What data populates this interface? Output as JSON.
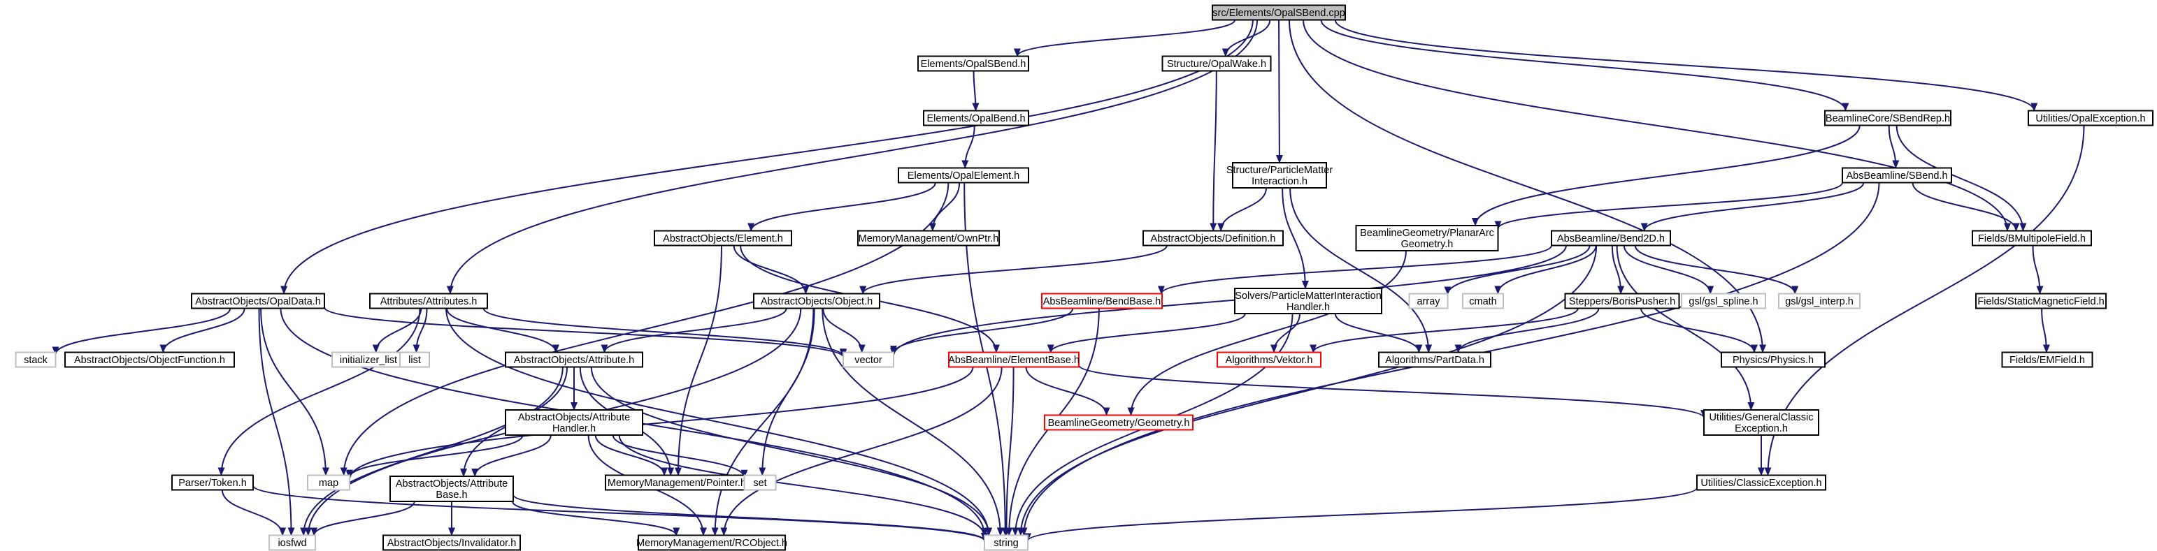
{
  "colors": {
    "edge": "#191970",
    "node_border": "#000000",
    "missing_border": "#bfbfbf",
    "missing_text": "#7f7f7f",
    "broken_border": "#ff0000",
    "root_fill": "#bfbfbf",
    "node_fill": "#ffffff"
  },
  "nodes": [
    {
      "id": "root",
      "lines": [
        "src/Elements/OpalSBend.cpp"
      ],
      "style": "root"
    },
    {
      "id": "opalsbend_h",
      "lines": [
        "Elements/OpalSBend.h"
      ],
      "style": "normal"
    },
    {
      "id": "opalwake_h",
      "lines": [
        "Structure/OpalWake.h"
      ],
      "style": "normal"
    },
    {
      "id": "opalbend_h",
      "lines": [
        "Elements/OpalBend.h"
      ],
      "style": "normal"
    },
    {
      "id": "opalelement_h",
      "lines": [
        "Elements/OpalElement.h"
      ],
      "style": "normal"
    },
    {
      "id": "pmi_h",
      "lines": [
        "Structure/ParticleMatter",
        "Interaction.h"
      ],
      "style": "normal"
    },
    {
      "id": "sbendrep_h",
      "lines": [
        "BeamlineCore/SBendRep.h"
      ],
      "style": "normal"
    },
    {
      "id": "opalexception_h",
      "lines": [
        "Utilities/OpalException.h"
      ],
      "style": "normal"
    },
    {
      "id": "absbeam_sbend_h",
      "lines": [
        "AbsBeamline/SBend.h"
      ],
      "style": "normal"
    },
    {
      "id": "planararc_h",
      "lines": [
        "BeamlineGeometry/PlanarArc",
        "Geometry.h"
      ],
      "style": "normal"
    },
    {
      "id": "bend2d_h",
      "lines": [
        "AbsBeamline/Bend2D.h"
      ],
      "style": "normal"
    },
    {
      "id": "bmultipole_h",
      "lines": [
        "Fields/BMultipoleField.h"
      ],
      "style": "normal"
    },
    {
      "id": "ownptr_h",
      "lines": [
        "MemoryManagement/OwnPtr.h"
      ],
      "style": "normal"
    },
    {
      "id": "element_h",
      "lines": [
        "AbstractObjects/Element.h"
      ],
      "style": "normal"
    },
    {
      "id": "definition_h",
      "lines": [
        "AbstractObjects/Definition.h"
      ],
      "style": "normal"
    },
    {
      "id": "opaldata_h",
      "lines": [
        "AbstractObjects/OpalData.h"
      ],
      "style": "normal"
    },
    {
      "id": "attributes_h",
      "lines": [
        "Attributes/Attributes.h"
      ],
      "style": "normal"
    },
    {
      "id": "object_h",
      "lines": [
        "AbstractObjects/Object.h"
      ],
      "style": "normal"
    },
    {
      "id": "bendbase_h",
      "lines": [
        "AbsBeamline/BendBase.h"
      ],
      "style": "broken"
    },
    {
      "id": "pmihandler_h",
      "lines": [
        "Solvers/ParticleMatterInteraction",
        "Handler.h"
      ],
      "style": "normal"
    },
    {
      "id": "array",
      "lines": [
        "array"
      ],
      "style": "missing"
    },
    {
      "id": "cmath",
      "lines": [
        "cmath"
      ],
      "style": "missing"
    },
    {
      "id": "borispusher_h",
      "lines": [
        "Steppers/BorisPusher.h"
      ],
      "style": "normal"
    },
    {
      "id": "gsl_spline_h",
      "lines": [
        "gsl/gsl_spline.h"
      ],
      "style": "missing"
    },
    {
      "id": "gsl_interp_h",
      "lines": [
        "gsl/gsl_interp.h"
      ],
      "style": "missing"
    },
    {
      "id": "staticmag_h",
      "lines": [
        "Fields/StaticMagneticField.h"
      ],
      "style": "normal"
    },
    {
      "id": "stack",
      "lines": [
        "stack"
      ],
      "style": "missing"
    },
    {
      "id": "objectfunction_h",
      "lines": [
        "AbstractObjects/ObjectFunction.h"
      ],
      "style": "normal"
    },
    {
      "id": "initializer_list",
      "lines": [
        "initializer_list"
      ],
      "style": "missing"
    },
    {
      "id": "list",
      "lines": [
        "list"
      ],
      "style": "missing"
    },
    {
      "id": "vector",
      "lines": [
        "vector"
      ],
      "style": "missing"
    },
    {
      "id": "attribute_h",
      "lines": [
        "AbstractObjects/Attribute.h"
      ],
      "style": "normal"
    },
    {
      "id": "elementbase_h",
      "lines": [
        "AbsBeamline/ElementBase.h"
      ],
      "style": "broken"
    },
    {
      "id": "vektor_h",
      "lines": [
        "Algorithms/Vektor.h"
      ],
      "style": "broken"
    },
    {
      "id": "partdata_h",
      "lines": [
        "Algorithms/PartData.h"
      ],
      "style": "normal"
    },
    {
      "id": "physics_h",
      "lines": [
        "Physics/Physics.h"
      ],
      "style": "normal"
    },
    {
      "id": "emfield_h",
      "lines": [
        "Fields/EMField.h"
      ],
      "style": "normal"
    },
    {
      "id": "attrhandler_h",
      "lines": [
        "AbstractObjects/Attribute",
        "Handler.h"
      ],
      "style": "normal"
    },
    {
      "id": "geometry_h",
      "lines": [
        "BeamlineGeometry/Geometry.h"
      ],
      "style": "broken"
    },
    {
      "id": "generalclassic_h",
      "lines": [
        "Utilities/GeneralClassic",
        "Exception.h"
      ],
      "style": "normal"
    },
    {
      "id": "parser_token_h",
      "lines": [
        "Parser/Token.h"
      ],
      "style": "normal"
    },
    {
      "id": "map",
      "lines": [
        "map"
      ],
      "style": "missing"
    },
    {
      "id": "attrbase_h",
      "lines": [
        "AbstractObjects/Attribute",
        "Base.h"
      ],
      "style": "normal"
    },
    {
      "id": "pointer_h",
      "lines": [
        "MemoryManagement/Pointer.h"
      ],
      "style": "normal"
    },
    {
      "id": "set",
      "lines": [
        "set"
      ],
      "style": "missing"
    },
    {
      "id": "classicexception_h",
      "lines": [
        "Utilities/ClassicException.h"
      ],
      "style": "normal"
    },
    {
      "id": "iosfwd",
      "lines": [
        "iosfwd"
      ],
      "style": "missing"
    },
    {
      "id": "invalidator_h",
      "lines": [
        "AbstractObjects/Invalidator.h"
      ],
      "style": "normal"
    },
    {
      "id": "rcobject_h",
      "lines": [
        "MemoryManagement/RCObject.h"
      ],
      "style": "normal"
    },
    {
      "id": "string",
      "lines": [
        "string"
      ],
      "style": "missing"
    }
  ],
  "edges": [
    [
      "root",
      "opalsbend_h"
    ],
    [
      "root",
      "opalwake_h"
    ],
    [
      "root",
      "pmi_h"
    ],
    [
      "root",
      "sbendrep_h"
    ],
    [
      "root",
      "opalexception_h"
    ],
    [
      "root",
      "bmultipole_h"
    ],
    [
      "root",
      "physics_h"
    ],
    [
      "root",
      "opaldata_h"
    ],
    [
      "root",
      "attributes_h"
    ],
    [
      "opalsbend_h",
      "opalbend_h"
    ],
    [
      "opalbend_h",
      "opalelement_h"
    ],
    [
      "opalelement_h",
      "element_h"
    ],
    [
      "opalelement_h",
      "ownptr_h"
    ],
    [
      "opalelement_h",
      "map"
    ],
    [
      "opalelement_h",
      "string"
    ],
    [
      "opalwake_h",
      "definition_h"
    ],
    [
      "pmi_h",
      "definition_h"
    ],
    [
      "pmi_h",
      "pmihandler_h"
    ],
    [
      "pmi_h",
      "partdata_h"
    ],
    [
      "sbendrep_h",
      "absbeam_sbend_h"
    ],
    [
      "sbendrep_h",
      "planararc_h"
    ],
    [
      "sbendrep_h",
      "bmultipole_h"
    ],
    [
      "absbeam_sbend_h",
      "bend2d_h"
    ],
    [
      "absbeam_sbend_h",
      "planararc_h"
    ],
    [
      "absbeam_sbend_h",
      "bmultipole_h"
    ],
    [
      "absbeam_sbend_h",
      "string"
    ],
    [
      "planararc_h",
      "geometry_h"
    ],
    [
      "bend2d_h",
      "bendbase_h"
    ],
    [
      "bend2d_h",
      "array"
    ],
    [
      "bend2d_h",
      "cmath"
    ],
    [
      "bend2d_h",
      "borispusher_h"
    ],
    [
      "bend2d_h",
      "gsl_spline_h"
    ],
    [
      "bend2d_h",
      "gsl_interp_h"
    ],
    [
      "bend2d_h",
      "vector"
    ],
    [
      "bend2d_h",
      "string"
    ],
    [
      "bend2d_h",
      "generalclassic_h"
    ],
    [
      "bmultipole_h",
      "staticmag_h"
    ],
    [
      "staticmag_h",
      "emfield_h"
    ],
    [
      "opalexception_h",
      "classicexception_h"
    ],
    [
      "element_h",
      "object_h"
    ],
    [
      "element_h",
      "elementbase_h"
    ],
    [
      "element_h",
      "pointer_h"
    ],
    [
      "definition_h",
      "object_h"
    ],
    [
      "object_h",
      "attribute_h"
    ],
    [
      "object_h",
      "vector"
    ],
    [
      "object_h",
      "set"
    ],
    [
      "object_h",
      "string"
    ],
    [
      "object_h",
      "rcobject_h"
    ],
    [
      "object_h",
      "iosfwd"
    ],
    [
      "opaldata_h",
      "stack"
    ],
    [
      "opaldata_h",
      "objectfunction_h"
    ],
    [
      "opaldata_h",
      "vector"
    ],
    [
      "opaldata_h",
      "map"
    ],
    [
      "opaldata_h",
      "iosfwd"
    ],
    [
      "opaldata_h",
      "string"
    ],
    [
      "attributes_h",
      "initializer_list"
    ],
    [
      "attributes_h",
      "list"
    ],
    [
      "attributes_h",
      "attribute_h"
    ],
    [
      "attributes_h",
      "parser_token_h"
    ],
    [
      "attributes_h",
      "vector"
    ],
    [
      "attributes_h",
      "string"
    ],
    [
      "bendbase_h",
      "vector"
    ],
    [
      "bendbase_h",
      "string"
    ],
    [
      "pmihandler_h",
      "elementbase_h"
    ],
    [
      "pmihandler_h",
      "vektor_h"
    ],
    [
      "pmihandler_h",
      "partdata_h"
    ],
    [
      "pmihandler_h",
      "string"
    ],
    [
      "borispusher_h",
      "vektor_h"
    ],
    [
      "borispusher_h",
      "partdata_h"
    ],
    [
      "borispusher_h",
      "physics_h"
    ],
    [
      "attribute_h",
      "attrhandler_h"
    ],
    [
      "attribute_h",
      "attrbase_h"
    ],
    [
      "attribute_h",
      "pointer_h"
    ],
    [
      "attribute_h",
      "iosfwd"
    ],
    [
      "attribute_h",
      "string"
    ],
    [
      "elementbase_h",
      "geometry_h"
    ],
    [
      "elementbase_h",
      "generalclassic_h"
    ],
    [
      "elementbase_h",
      "map"
    ],
    [
      "elementbase_h",
      "rcobject_h"
    ],
    [
      "elementbase_h",
      "string"
    ],
    [
      "attrhandler_h",
      "attrbase_h"
    ],
    [
      "attrhandler_h",
      "map"
    ],
    [
      "attrhandler_h",
      "pointer_h"
    ],
    [
      "attrhandler_h",
      "set"
    ],
    [
      "attrhandler_h",
      "rcobject_h"
    ],
    [
      "attrhandler_h",
      "string"
    ],
    [
      "generalclassic_h",
      "classicexception_h"
    ],
    [
      "parser_token_h",
      "iosfwd"
    ],
    [
      "parser_token_h",
      "string"
    ],
    [
      "attrbase_h",
      "invalidator_h"
    ],
    [
      "attrbase_h",
      "rcobject_h"
    ],
    [
      "attrbase_h",
      "iosfwd"
    ],
    [
      "attrbase_h",
      "string"
    ],
    [
      "classicexception_h",
      "string"
    ]
  ]
}
